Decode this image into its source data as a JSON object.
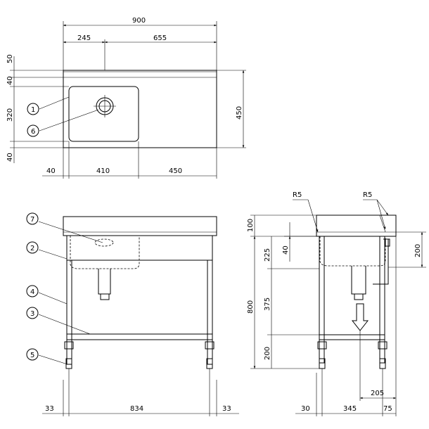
{
  "plan": {
    "total_width": "900",
    "left_seg": "245",
    "right_seg": "655",
    "top_margin": "50",
    "rim_depth": "40",
    "bowl_depth": "320",
    "front_depth": "40",
    "overall_depth": "450",
    "bottom_left": "40",
    "bottom_bowl": "410",
    "bottom_right": "450"
  },
  "front": {
    "backsplash": "100",
    "leg_offset_left": "33",
    "span": "834",
    "leg_offset_right": "33"
  },
  "side": {
    "radius_left": "R5",
    "radius_right": "R5",
    "height_total": "800",
    "seg_top": "225",
    "seg_mid": "375",
    "seg_bottom": "200",
    "bowl_inset": "40",
    "drain_height": "200",
    "drain_offset": "205",
    "bottom_left": "30",
    "bottom_mid": "345",
    "bottom_right": "75"
  },
  "callouts": [
    "1",
    "2",
    "3",
    "4",
    "5",
    "6",
    "7"
  ]
}
